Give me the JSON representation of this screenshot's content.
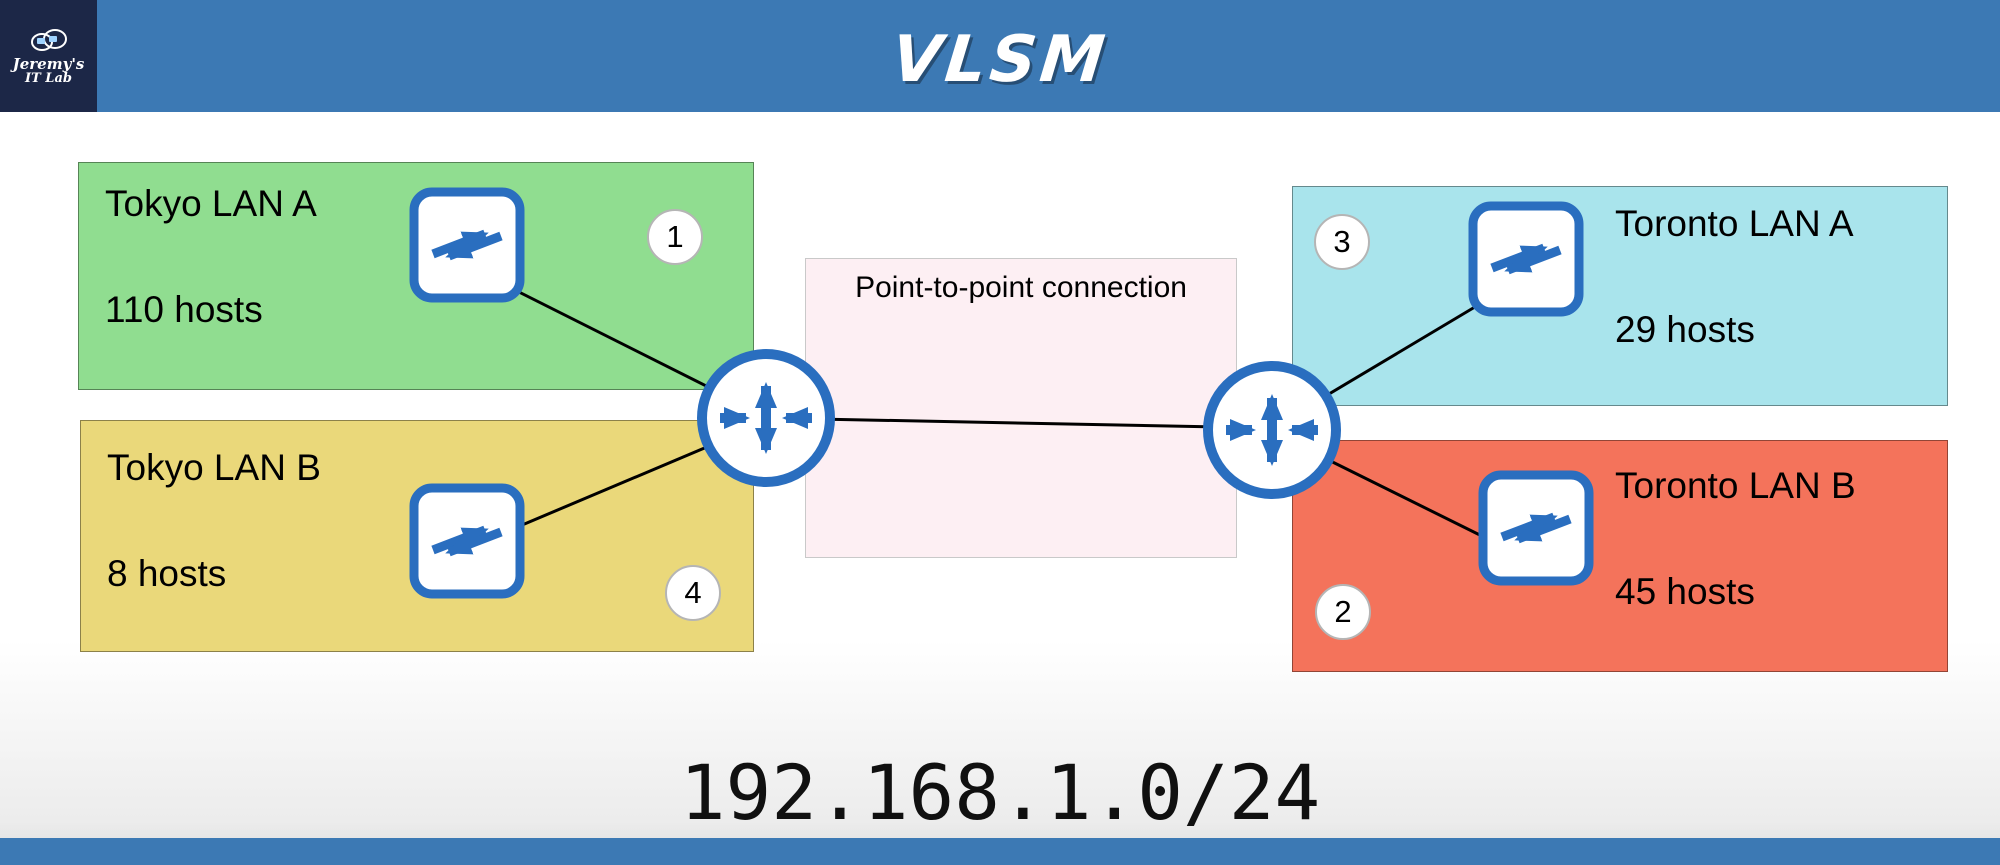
{
  "header": {
    "title": "VLSM",
    "logo_line1": "Jeremy's",
    "logo_line2": "IT Lab"
  },
  "diagram": {
    "lans": [
      {
        "id": "tokyo-lan-a",
        "name": "Tokyo LAN A",
        "hosts": "110 hosts",
        "number": "1",
        "color": "#90DD90"
      },
      {
        "id": "tokyo-lan-b",
        "name": "Tokyo LAN B",
        "hosts": "8 hosts",
        "number": "4",
        "color": "#EAD87A"
      },
      {
        "id": "toronto-lan-a",
        "name": "Toronto LAN A",
        "hosts": "29 hosts",
        "number": "3",
        "color": "#A9E4EC"
      },
      {
        "id": "toronto-lan-b",
        "name": "Toronto LAN B",
        "hosts": "45 hosts",
        "number": "2",
        "color": "#F4735B"
      }
    ],
    "p2p_label": "Point-to-point connection",
    "network": "192.168.1.0/24"
  },
  "colors": {
    "header_blue": "#3c79b4",
    "logo_navy": "#1c2747",
    "device_blue": "#2a6ebf",
    "p2p_pink": "#fdeff3"
  }
}
